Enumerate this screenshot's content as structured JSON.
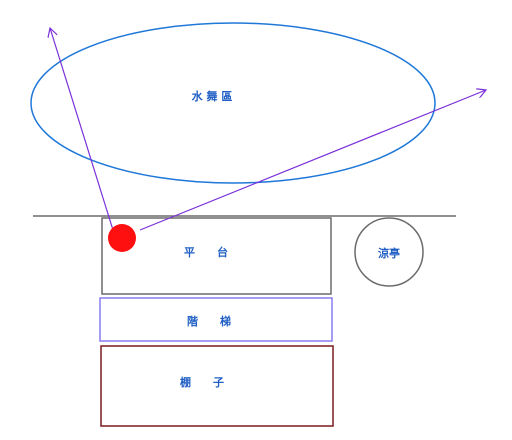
{
  "labels": {
    "water_dance_area": "水 舞 區",
    "platform": "平　　台",
    "pavilion": "涼亭",
    "stairs": "階　　梯",
    "pergola": "棚　　子"
  },
  "colors": {
    "ellipse_stroke": "#1f78d8",
    "label_text": "#1f5fc4",
    "arrow": "#7a2fd8",
    "dot": "#ff1010",
    "platform_stroke": "#6b6b6b",
    "stairs_stroke": "#8a7cf0",
    "pergola_stroke": "#7a1a1a",
    "ground_line": "#6b6b6b",
    "pavilion_stroke": "#6b6b6b"
  }
}
